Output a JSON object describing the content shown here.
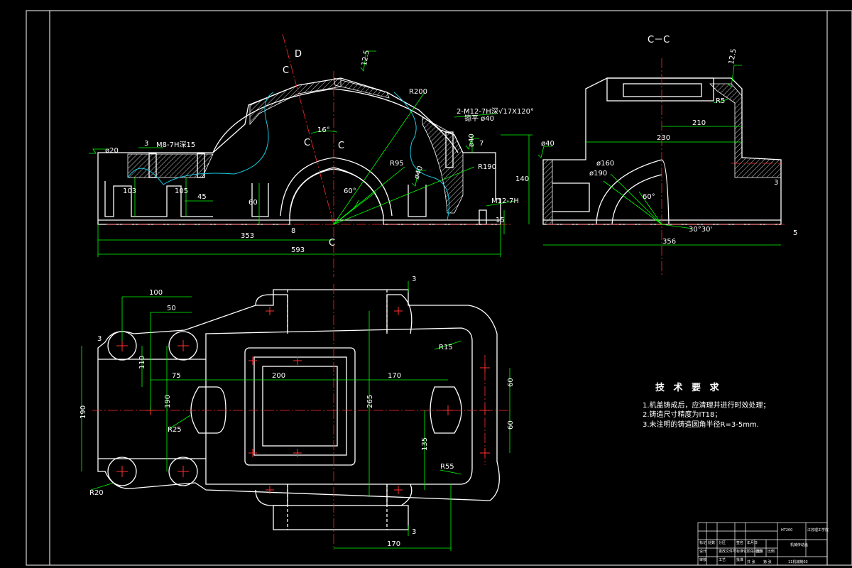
{
  "views": {
    "front": {
      "dims": {
        "d353": "353",
        "d593": "593",
        "d45": "45",
        "d103": "103",
        "d105": "105",
        "d60": "60",
        "d140": "140",
        "d15": "15",
        "d7": "7",
        "d16deg": "16°",
        "d60deg": "60°",
        "r200": "R200",
        "r95": "R95",
        "r190": "R190",
        "m8": "M8-7H深15",
        "m12a": "2-M12-7H深",
        "m12a_tap": "√17X120°",
        "m12a_depth": "锪平 ø40",
        "m12b": "M12-7H",
        "d3": "3",
        "d8": "8"
      },
      "roughness": [
        "ø20",
        "ø40",
        "ø40",
        "12.5"
      ],
      "labels": {
        "c_top": "C",
        "d_top": "D",
        "c_bottom": "C",
        "cc_left": "C",
        "cc_right": "C"
      }
    },
    "section_cc": {
      "title": "C－C",
      "dims": {
        "d210": "210",
        "d230": "230",
        "d356": "356",
        "d5": "5",
        "r5": "R5",
        "d160": "ø160",
        "d190": "ø190",
        "a60": "60°",
        "a3030": "30°30'",
        "d3": "3"
      },
      "roughness": [
        "12.5",
        "ø40"
      ]
    },
    "top": {
      "dims": {
        "d100": "100",
        "d50": "50",
        "d75": "75",
        "d200": "200",
        "d170a": "170",
        "d110": "110",
        "d190a": "190",
        "d190b": "190",
        "d265": "265",
        "d135": "135",
        "d60a": "60",
        "d60b": "60",
        "d170b": "170",
        "d3a": "3",
        "d3b": "3",
        "d3c": "3",
        "r15": "R15",
        "r25": "R25",
        "r20": "R20",
        "r55": "R55"
      }
    }
  },
  "tech_requirements": {
    "title": "技 术 要 求",
    "items": [
      "1.机盖铸成后，应清理并进行时效处理；",
      "2.铸造尺寸精度为IT18；",
      "3.未注明的铸造圆角半径R=3-5mm."
    ]
  },
  "title_block": {
    "material": "HT200",
    "school": "江苏理工学院",
    "part_name": "机械传动盖",
    "drawing_no": "11机械制03",
    "cells": [
      "标记",
      "处数",
      "分区",
      "更改文件号",
      "签名",
      "年月日",
      "设计",
      "标准化",
      "阶段标记",
      "重量",
      "比例",
      "审核",
      "工艺",
      "批准",
      "共 张",
      "第 张"
    ]
  }
}
